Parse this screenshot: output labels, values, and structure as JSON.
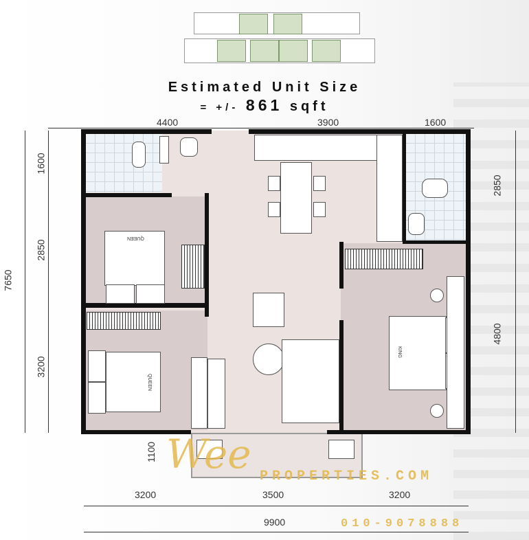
{
  "title": {
    "line1": "Estimated Unit Size",
    "line2_prefix": "= +/-",
    "size_value": "861",
    "size_unit": "sqft"
  },
  "dimensions": {
    "top": [
      "4400",
      "3900",
      "1600"
    ],
    "left_total": "7650",
    "left": [
      "1600",
      "2850",
      "3200"
    ],
    "right": [
      "2850",
      "4800"
    ],
    "balcony": "1100",
    "bottom": [
      "3200",
      "3500",
      "3200"
    ],
    "bottom_total": "9900"
  },
  "rooms": {
    "bed_queen_1": "QUEEN",
    "bed_queen_2": "QUEEN",
    "bed_king": "KING"
  },
  "watermark": {
    "brand": "Wee",
    "site": "PROPERTIES.COM",
    "phone": "010-9078888"
  },
  "colors": {
    "bedroom": "#d9cccc",
    "living": "#ece3e0",
    "key_highlight": "#d5e1c6",
    "watermark": "#e4b94f"
  }
}
